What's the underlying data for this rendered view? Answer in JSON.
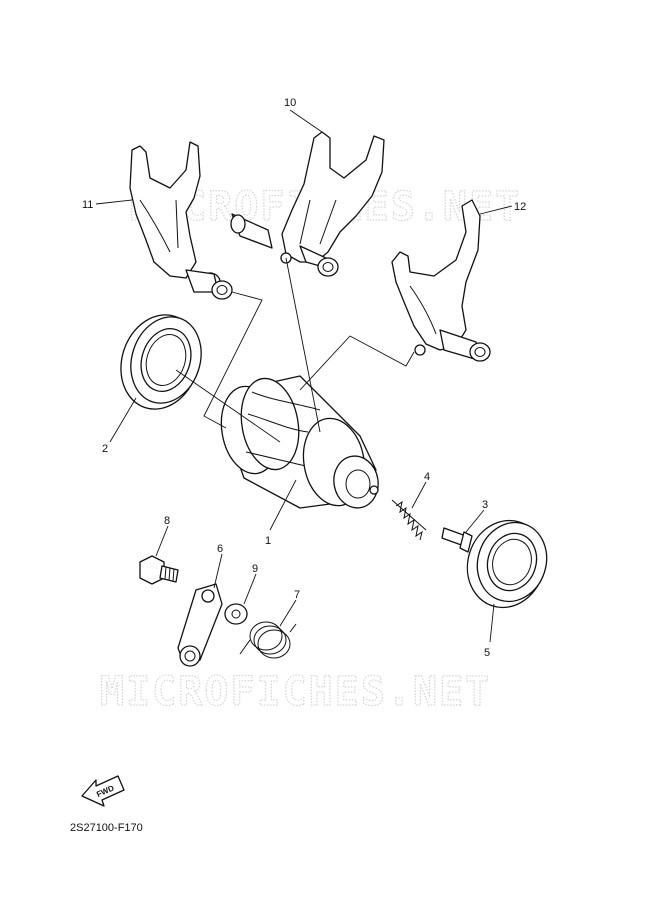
{
  "watermark": {
    "text": "MICROFICHES.NET"
  },
  "callouts": {
    "c1": "1",
    "c2": "2",
    "c3": "3",
    "c4": "4",
    "c5": "5",
    "c6": "6",
    "c7": "7",
    "c8": "8",
    "c9": "9",
    "c10": "10",
    "c11": "11",
    "c12": "12"
  },
  "fwd_label": "FWD",
  "diagram_code": "2S27100-F170"
}
